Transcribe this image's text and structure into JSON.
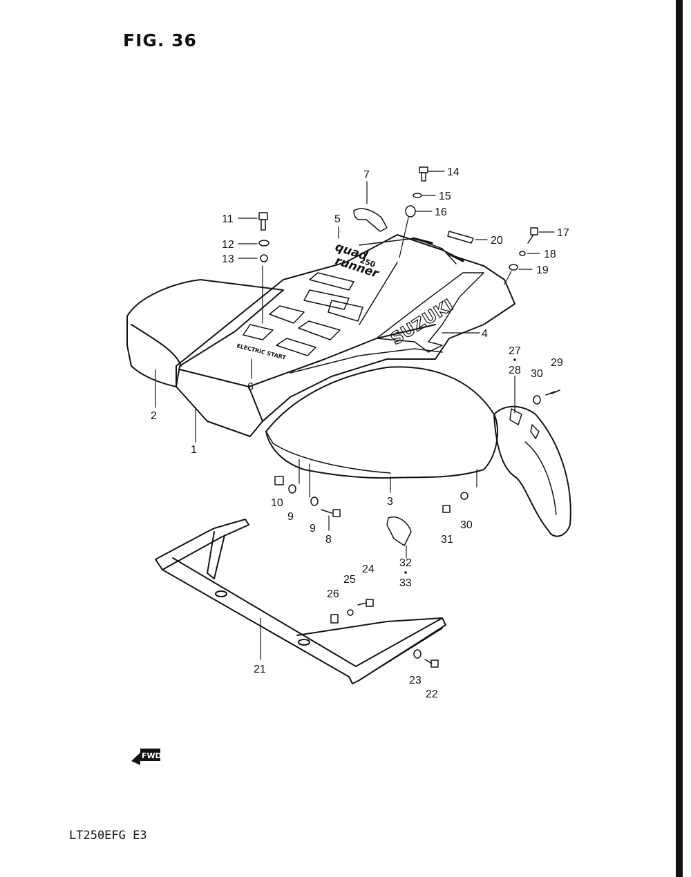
{
  "page": {
    "figure_title": "FIG. 36",
    "model_code": "LT250EFG  E3"
  },
  "decals": {
    "brand": "SUZUKI",
    "model_line1": "quad",
    "model_line2": "runner",
    "model_badge": "250",
    "start_label": "ELECTRIC START",
    "fwd_label": "FWD"
  },
  "callouts": [
    {
      "id": "1",
      "label": "1"
    },
    {
      "id": "2",
      "label": "2"
    },
    {
      "id": "3",
      "label": "3"
    },
    {
      "id": "4",
      "label": "4"
    },
    {
      "id": "5",
      "label": "5"
    },
    {
      "id": "6",
      "label": "6"
    },
    {
      "id": "7",
      "label": "7"
    },
    {
      "id": "8",
      "label": "8"
    },
    {
      "id": "9a",
      "label": "9"
    },
    {
      "id": "9b",
      "label": "9"
    },
    {
      "id": "10",
      "label": "10"
    },
    {
      "id": "11",
      "label": "11"
    },
    {
      "id": "12",
      "label": "12"
    },
    {
      "id": "13",
      "label": "13"
    },
    {
      "id": "14",
      "label": "14"
    },
    {
      "id": "15",
      "label": "15"
    },
    {
      "id": "16",
      "label": "16"
    },
    {
      "id": "17",
      "label": "17"
    },
    {
      "id": "18",
      "label": "18"
    },
    {
      "id": "19",
      "label": "19"
    },
    {
      "id": "20",
      "label": "20"
    },
    {
      "id": "21",
      "label": "21"
    },
    {
      "id": "22",
      "label": "22"
    },
    {
      "id": "23",
      "label": "23"
    },
    {
      "id": "24",
      "label": "24"
    },
    {
      "id": "25",
      "label": "25"
    },
    {
      "id": "26",
      "label": "26"
    },
    {
      "id": "27",
      "label": "27"
    },
    {
      "id": "28",
      "label": "28"
    },
    {
      "id": "29",
      "label": "29"
    },
    {
      "id": "30a",
      "label": "30"
    },
    {
      "id": "30b",
      "label": "30"
    },
    {
      "id": "31",
      "label": "31"
    },
    {
      "id": "32",
      "label": "32"
    },
    {
      "id": "33",
      "label": "33"
    }
  ]
}
